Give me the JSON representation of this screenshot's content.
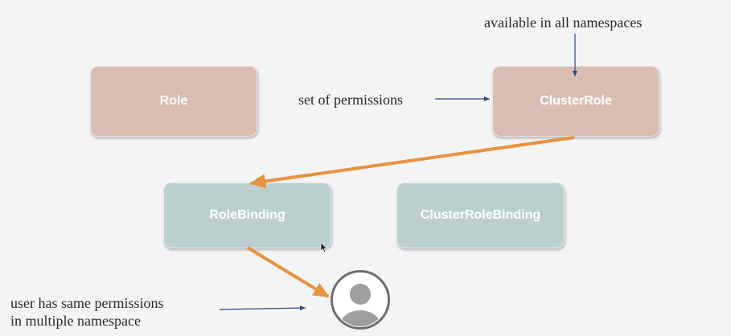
{
  "nodes": {
    "role": {
      "label": "Role"
    },
    "cluster_role": {
      "label": "ClusterRole"
    },
    "role_binding": {
      "label": "RoleBinding"
    },
    "cluster_role_binding": {
      "label": "ClusterRoleBinding"
    }
  },
  "annotations": {
    "namespaces": "available in all namespaces",
    "permissions": "set of permissions",
    "user_line1": "user has same permissions",
    "user_line2": "in multiple namespace"
  },
  "icons": {
    "user": "user-avatar-icon",
    "cursor": "mouse-pointer-icon"
  },
  "colors": {
    "background": "#f4f4f4",
    "role_box": "#d9bdb3",
    "binding_box": "#bccfcf",
    "orange_arrow": "#e8923f",
    "thin_arrow": "#2b4a7a",
    "avatar_ring": "#6e6e6e",
    "avatar_fill": "#9e9e9e"
  }
}
